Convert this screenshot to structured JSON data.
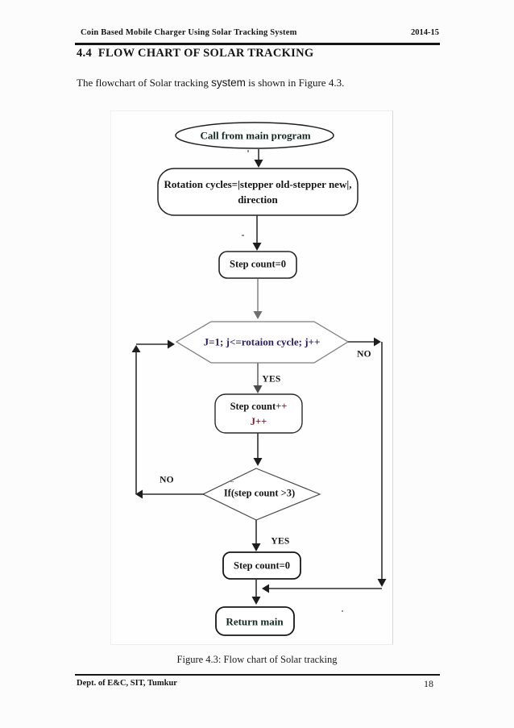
{
  "header": {
    "title": "Coin Based Mobile Charger Using Solar Tracking System",
    "year": "2014-15"
  },
  "heading": "4.4  FLOW CHART OF SOLAR TRACKING",
  "intro": {
    "before": "The flowchart of Solar tracking ",
    "emphasis": "system",
    "after": " is shown in Figure 4.3."
  },
  "flowchart": {
    "nodes": {
      "start": {
        "shape": "ellipse",
        "label": "Call from main program"
      },
      "rotation": {
        "shape": "rounded-rectangle",
        "line1": "Rotation cycles=|stepper old-stepper new|,",
        "line2": "direction"
      },
      "step_count_zero_1": {
        "shape": "rounded-rectangle",
        "label": "Step count=0"
      },
      "loop_condition": {
        "shape": "hexagon",
        "label": "J=1; j<=rotaion cycle; j++"
      },
      "increment": {
        "shape": "rounded-rectangle",
        "line1_text": "Step count",
        "line1_op": "++",
        "line2": "J++"
      },
      "decision": {
        "shape": "diamond",
        "label": "If(step count >3)"
      },
      "step_count_zero_2": {
        "shape": "rounded-rectangle",
        "label": "Step count=0"
      },
      "return_main": {
        "shape": "rounded-rectangle",
        "label": "Return main"
      }
    },
    "edge_labels": {
      "loop_yes": "YES",
      "loop_no": "NO",
      "decision_yes": "YES",
      "decision_no": "NO"
    }
  },
  "caption": "Figure 4.3: Flow chart of Solar tracking",
  "footer": {
    "department": "Dept. of E&C, SIT, Tumkur",
    "page_number": "18"
  },
  "colors": {
    "ink": "#161616",
    "loop_condition_text": "#2c1c5e",
    "increment_accent": "#74212d",
    "start_return_text": "#13291f",
    "flow_line": "#2f2f2f",
    "flow_line_gray": "#8a8a8a",
    "figure_border": "#d8d8d8",
    "page_background": "#fcfcfc"
  }
}
